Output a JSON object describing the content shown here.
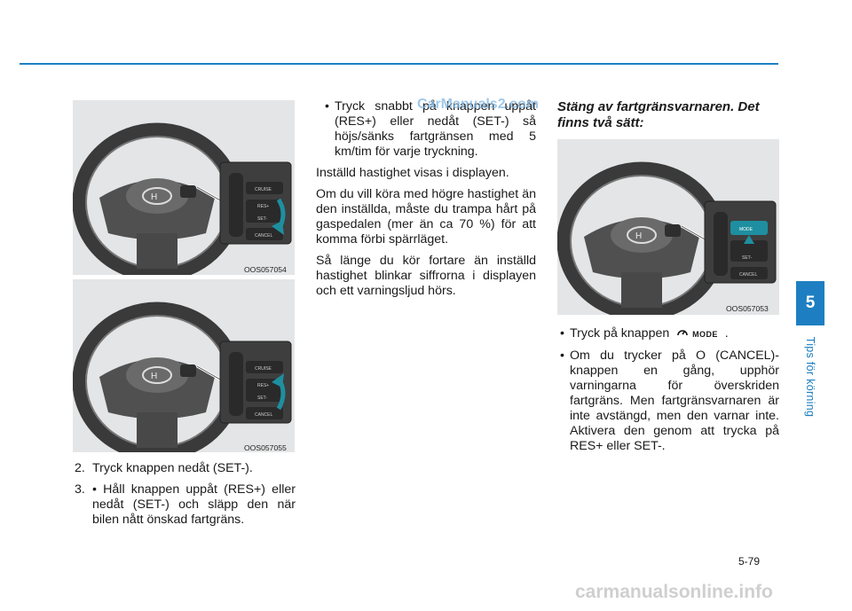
{
  "page": {
    "number": "5-79",
    "chapter_number": "5",
    "chapter_title": "Tips för körning"
  },
  "figures": [
    {
      "code": "OOS057054"
    },
    {
      "code": "OOS057055"
    },
    {
      "code": "OOS057053"
    }
  ],
  "left_col": {
    "step2": {
      "num": "2.",
      "text": "Tryck knappen nedåt (SET-)."
    },
    "step3": {
      "num": "3.",
      "text": "• Håll knappen uppåt (RES+) eller nedåt (SET-) och släpp den när bilen nått önskad fartgräns."
    }
  },
  "mid_col": {
    "bullet": "Tryck snabbt på knappen uppåt (RES+) eller nedåt (SET-) så höjs/sänks fartgränsen med 5 km/tim för varje tryckning.",
    "p1": "Inställd hastighet visas i displayen.",
    "p2": "Om du vill köra med högre hastighet än den inställda, måste du trampa hårt på gaspedalen (mer än ca 70 %) för att komma förbi spärrläget.",
    "p3": "Så länge du kör fortare än inställd hastighet blinkar siffrorna i displayen och ett varningsljud hörs."
  },
  "right_col": {
    "heading": "Stäng av fartgränsvarnaren. Det finns två sätt:",
    "bullet1_pre": "Tryck på knappen",
    "bullet1_mode": "MODE",
    "bullet1_post": ".",
    "bullet2": "Om du trycker på O (CANCEL)-knappen en gång, upphör varningarna för överskriden fartgräns. Men fartgränsvarnaren är inte avstängd, men den varnar inte. Aktivera den genom att trycka på RES+ eller SET-."
  },
  "wheel_buttons": {
    "top": "CRUISE",
    "res": "RES+",
    "set": "SET-",
    "cancel": "CANCEL"
  },
  "watermark_top": "CarManuals2.com",
  "watermark_bottom": "carmanualsonline.info",
  "colors": {
    "accent": "#1d7fc1",
    "arrow": "#1e8fa0"
  }
}
